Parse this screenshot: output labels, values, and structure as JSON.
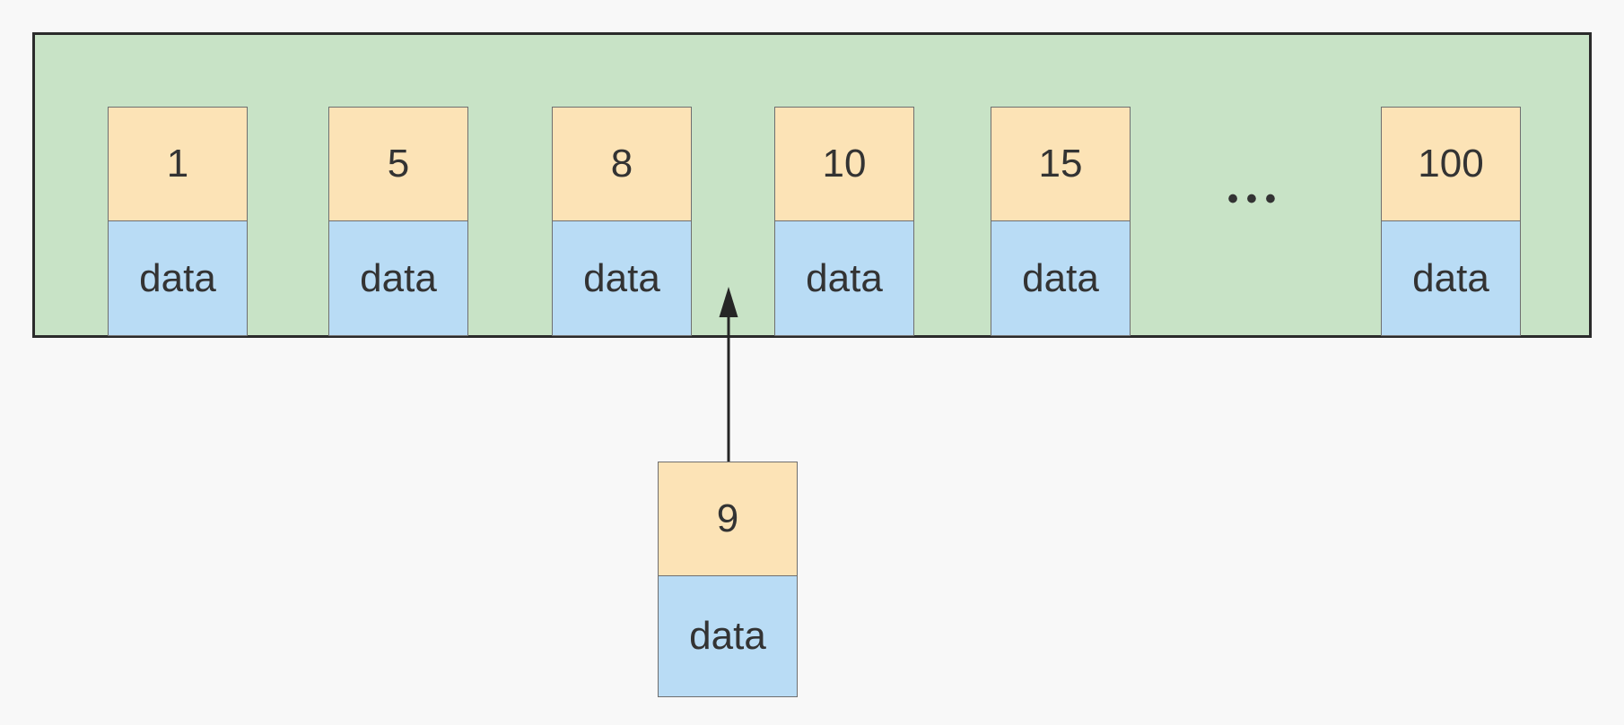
{
  "theme": {
    "page-bg": "#f8f8f8",
    "container-fill": "#c8e3c6",
    "container-border": "#2b2b2b",
    "key-fill": "#fce3b6",
    "data-fill": "#b9dcf5",
    "cell-border": "#6f6f6f",
    "text-color": "#333333",
    "arrow-color": "#262626"
  },
  "diagram": {
    "array_cells": [
      {
        "key": "1",
        "value": "data"
      },
      {
        "key": "5",
        "value": "data"
      },
      {
        "key": "8",
        "value": "data"
      },
      {
        "key": "10",
        "value": "data"
      },
      {
        "key": "15",
        "value": "data"
      },
      {
        "key": "100",
        "value": "data"
      }
    ],
    "ellipsis": "•••",
    "inserted_node": {
      "key": "9",
      "value": "data"
    }
  }
}
